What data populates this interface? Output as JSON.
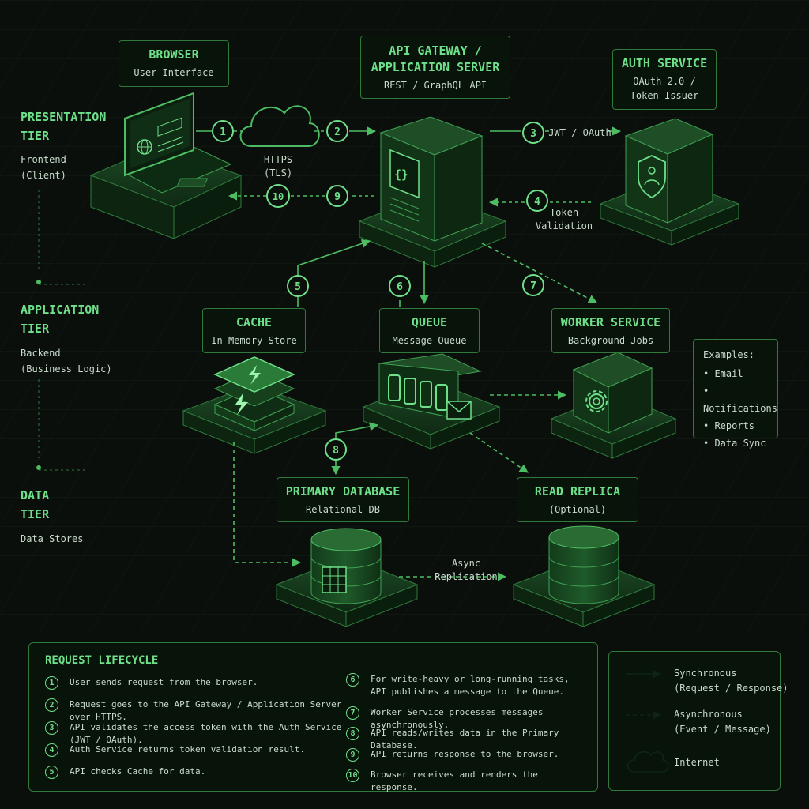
{
  "colors": {
    "accent": "#6fe08a",
    "line": "#4dbd63",
    "border": "#2f7a3b",
    "background": "#0a0f0b",
    "text": "#c9dccc"
  },
  "tiers": {
    "presentation": {
      "title_line1": "PRESENTATION",
      "title_line2": "TIER",
      "sub_line1": "Frontend",
      "sub_line2": "(Client)"
    },
    "application": {
      "title_line1": "APPLICATION",
      "title_line2": "TIER",
      "sub_line1": "Backend",
      "sub_line2": "(Business Logic)"
    },
    "data": {
      "title_line1": "DATA",
      "title_line2": "TIER",
      "sub_line1": "Data Stores"
    }
  },
  "nodes": {
    "browser": {
      "title": "BROWSER",
      "subtitle": "User Interface",
      "icon": "laptop-globe-icon"
    },
    "api": {
      "title_line1": "API GATEWAY /",
      "title_line2": "APPLICATION SERVER",
      "subtitle": "REST / GraphQL API",
      "icon": "server-icon"
    },
    "auth": {
      "title": "AUTH SERVICE",
      "subtitle_line1": "OAuth 2.0 /",
      "subtitle_line2": "Token Issuer",
      "icon": "shield-user-icon"
    },
    "cache": {
      "title": "CACHE",
      "subtitle": "In-Memory Store",
      "icon": "lightning-stack-icon"
    },
    "queue": {
      "title": "QUEUE",
      "subtitle": "Message Queue",
      "icon": "queue-envelope-icon"
    },
    "worker": {
      "title": "WORKER SERVICE",
      "subtitle": "Background Jobs",
      "icon": "gear-icon"
    },
    "primary_db": {
      "title": "PRIMARY DATABASE",
      "subtitle": "Relational DB",
      "icon": "database-grid-icon"
    },
    "read_replica": {
      "title": "READ REPLICA",
      "subtitle": "(Optional)",
      "icon": "database-icon"
    }
  },
  "edge_labels": {
    "https_line1": "HTTPS",
    "https_line2": "(TLS)",
    "jwt": "JWT / OAuth",
    "token_line1": "Token",
    "token_line2": "Validation",
    "async_replication": "Async Replication"
  },
  "step_numbers": [
    "1",
    "2",
    "3",
    "4",
    "5",
    "6",
    "7",
    "8",
    "9",
    "10"
  ],
  "examples": {
    "heading": "Examples:",
    "items": [
      "Email",
      "Notifications",
      "Reports",
      "Data Sync"
    ]
  },
  "lifecycle": {
    "title": "REQUEST LIFECYCLE",
    "steps": [
      {
        "num": "1",
        "text": "User sends request from the browser."
      },
      {
        "num": "2",
        "text": "Request goes to the API Gateway / Application Server over HTTPS."
      },
      {
        "num": "3",
        "text": "API validates the access token with the Auth Service (JWT / OAuth)."
      },
      {
        "num": "4",
        "text": "Auth Service returns token validation result."
      },
      {
        "num": "5",
        "text": "API checks Cache for data."
      },
      {
        "num": "6",
        "text": "For write-heavy or long-running tasks, API publishes a message to the Queue."
      },
      {
        "num": "7",
        "text": "Worker Service processes messages asynchronously."
      },
      {
        "num": "8",
        "text": "API reads/writes data in the Primary Database."
      },
      {
        "num": "9",
        "text": "API returns response to the browser."
      },
      {
        "num": "10",
        "text": "Browser receives and renders the response."
      }
    ]
  },
  "legend": {
    "sync_line1": "Synchronous",
    "sync_line2": "(Request / Response)",
    "async_line1": "Asynchronous",
    "async_line2": "(Event / Message)",
    "internet": "Internet"
  }
}
